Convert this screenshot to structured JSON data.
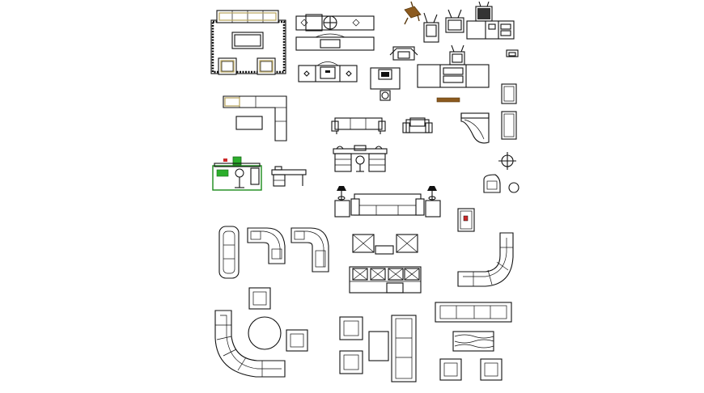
{
  "colors": {
    "background": "#ffffff",
    "line": "#111111",
    "rug_trim": "#b8a35a",
    "green_accent": "#1a8a1a",
    "wood_brown": "#8c5a1e",
    "red_accent": "#cc2a2a"
  },
  "blocks": [
    {
      "name": "living-room-set-with-rug"
    },
    {
      "name": "tv-entertainment-unit-top"
    },
    {
      "name": "tv-entertainment-unit-front"
    },
    {
      "name": "wooden-chair"
    },
    {
      "name": "tv-set-small"
    },
    {
      "name": "tv-cabinet-wide"
    },
    {
      "name": "computer-desk"
    },
    {
      "name": "l-shaped-sectional-sofa"
    },
    {
      "name": "three-seat-sofa-elevation"
    },
    {
      "name": "armchair-elevation"
    },
    {
      "name": "grand-piano"
    },
    {
      "name": "office-workstation-green"
    },
    {
      "name": "double-desk-elevation"
    },
    {
      "name": "sofa-with-lamps"
    },
    {
      "name": "round-armchair-set"
    },
    {
      "name": "curved-sectional-sofas"
    },
    {
      "name": "round-table-with-sofa"
    },
    {
      "name": "long-sofa-with-coffee-table"
    }
  ]
}
